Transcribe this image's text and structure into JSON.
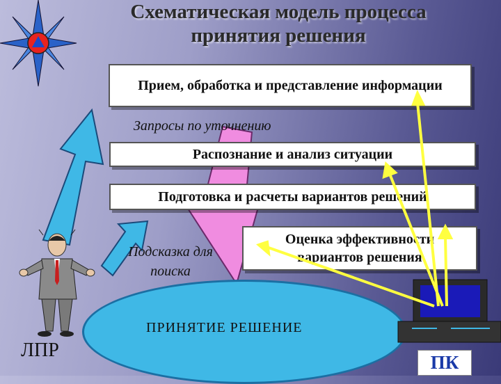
{
  "title": {
    "line1": "Схематическая модель процесса",
    "line2": "принятия решения"
  },
  "boxes": {
    "info": "Прием, обработка и представление информации",
    "recognition": "Распознание и анализ ситуации",
    "preparation": "Подготовка и расчеты вариантов решений",
    "evaluation": "Оценка эффективности вариантов решения"
  },
  "notes": {
    "queries": "Запросы по уточнению",
    "hint": "Подсказка для поиска"
  },
  "decision": "ПРИНЯТИЕ  РЕШЕНИЕ",
  "person_label": "ЛПР",
  "computer_label": "ПК",
  "colors": {
    "arrow_blue": "#3fb8e6",
    "arrow_pink": "#f08ce0",
    "yellow_lines": "#ffff40",
    "monitor": "#1a1ab8"
  }
}
